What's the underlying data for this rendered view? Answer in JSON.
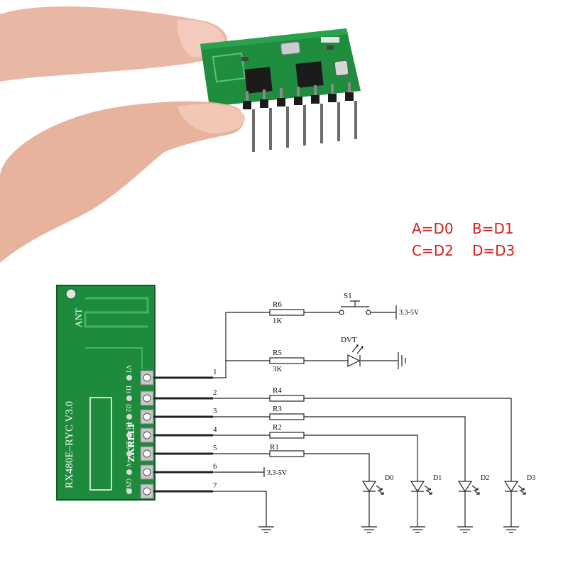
{
  "photo": {
    "pins_count": 7
  },
  "mapping": [
    {
      "text": "A=D0"
    },
    {
      "text": "B=D1"
    },
    {
      "text": "C=D2"
    },
    {
      "text": "D=D3"
    }
  ],
  "module": {
    "antenna_label": "ANT",
    "model_label": "RX480E–RYC V3.0",
    "brand_label": "ZKRLLF",
    "pin_labels": [
      "VT",
      "D3",
      "D2",
      "D1",
      "D0",
      "+V",
      "GND"
    ]
  },
  "schematic": {
    "pin_numbers": [
      "1",
      "2",
      "3",
      "4",
      "5",
      "6",
      "7"
    ],
    "resistors": [
      {
        "ref": "R6",
        "value": "1K"
      },
      {
        "ref": "R5",
        "value": "3K"
      },
      {
        "ref": "R4"
      },
      {
        "ref": "R3"
      },
      {
        "ref": "R2"
      },
      {
        "ref": "R1"
      }
    ],
    "switch_label": "S1",
    "indicator_led_label": "DVT",
    "supply_label_top": "3.3-5V",
    "supply_label_pin6": "3.3-5V",
    "output_leds": [
      "D0",
      "D1",
      "D2",
      "D3"
    ]
  },
  "colors": {
    "pcb": "#1e8a3c",
    "pcb_dark": "#12662b",
    "mapping_text": "#d32020",
    "wire": "#222222"
  }
}
